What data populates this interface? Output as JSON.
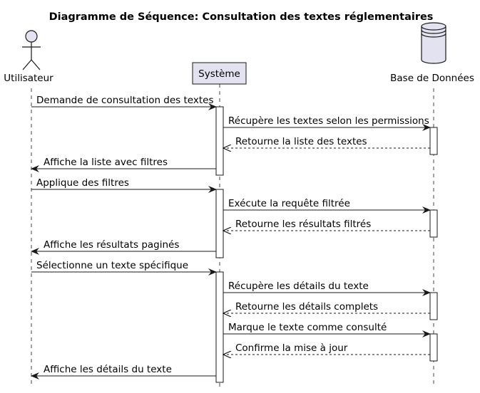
{
  "title": "Diagramme de Séquence: Consultation des textes réglementaires",
  "participants": [
    {
      "id": "user",
      "name": "Utilisateur",
      "kind": "actor"
    },
    {
      "id": "sys",
      "name": "Système",
      "kind": "participant"
    },
    {
      "id": "db",
      "name": "Base de Données",
      "kind": "database"
    }
  ],
  "messages": [
    {
      "from": "user",
      "to": "sys",
      "text": "Demande de consultation des textes",
      "style": "solid"
    },
    {
      "from": "sys",
      "to": "db",
      "text": "Récupère les textes selon les permissions",
      "style": "solid"
    },
    {
      "from": "db",
      "to": "sys",
      "text": "Retourne la liste des textes",
      "style": "dashed"
    },
    {
      "from": "sys",
      "to": "user",
      "text": "Affiche la liste avec filtres",
      "style": "solid"
    },
    {
      "from": "user",
      "to": "sys",
      "text": "Applique des filtres",
      "style": "solid"
    },
    {
      "from": "sys",
      "to": "db",
      "text": "Exécute la requête filtrée",
      "style": "solid"
    },
    {
      "from": "db",
      "to": "sys",
      "text": "Retourne les résultats filtrés",
      "style": "dashed"
    },
    {
      "from": "sys",
      "to": "user",
      "text": "Affiche les résultats paginés",
      "style": "solid"
    },
    {
      "from": "user",
      "to": "sys",
      "text": "Sélectionne un texte spécifique",
      "style": "solid"
    },
    {
      "from": "sys",
      "to": "db",
      "text": "Récupère les détails du texte",
      "style": "solid"
    },
    {
      "from": "db",
      "to": "sys",
      "text": "Retourne les détails complets",
      "style": "dashed"
    },
    {
      "from": "sys",
      "to": "db",
      "text": "Marque le texte comme consulté",
      "style": "solid"
    },
    {
      "from": "db",
      "to": "sys",
      "text": "Confirme la mise à jour",
      "style": "dashed"
    },
    {
      "from": "sys",
      "to": "user",
      "text": "Affiche les détails du texte",
      "style": "solid"
    }
  ],
  "activations": [
    {
      "participant": "sys",
      "from_message": 0,
      "to_message": 3
    },
    {
      "participant": "db",
      "from_message": 1,
      "to_message": 2
    },
    {
      "participant": "sys",
      "from_message": 4,
      "to_message": 7
    },
    {
      "participant": "db",
      "from_message": 5,
      "to_message": 6
    },
    {
      "participant": "sys",
      "from_message": 8,
      "to_message": 13
    },
    {
      "participant": "db",
      "from_message": 9,
      "to_message": 10
    },
    {
      "participant": "db",
      "from_message": 11,
      "to_message": 12
    }
  ],
  "colors": {
    "participant_fill": "#e2e2f0",
    "participant_stroke": "#181818",
    "lifeline": "#181818",
    "arrow": "#181818",
    "text": "#000000"
  }
}
